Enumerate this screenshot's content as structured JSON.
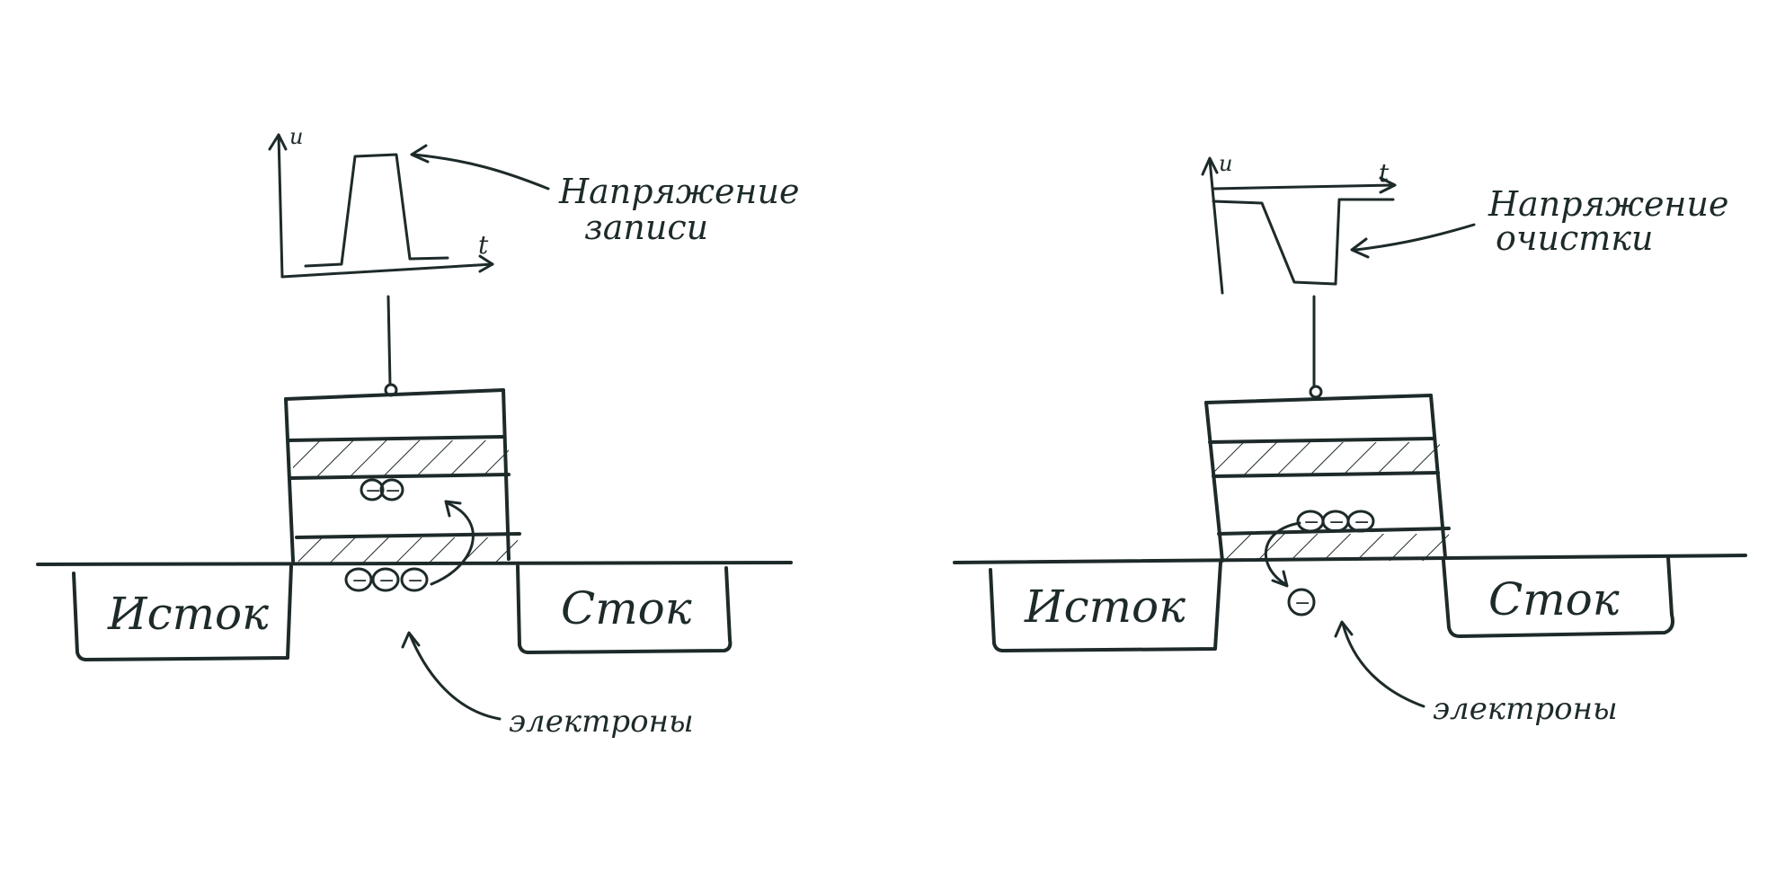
{
  "colors": {
    "ink": "#1e2a2a",
    "background": "#ffffff"
  },
  "left_panel": {
    "axis_u": "u",
    "axis_t": "t",
    "voltage_label_line1": "Напряжение",
    "voltage_label_line2": "записи",
    "source_label": "Исток",
    "drain_label": "Сток",
    "electrons_label": "электроны",
    "electron_symbol": "−"
  },
  "right_panel": {
    "axis_u": "u",
    "axis_t": "t",
    "voltage_label_line1": "Напряжение",
    "voltage_label_line2": "очистки",
    "source_label": "Исток",
    "drain_label": "Сток",
    "electrons_label": "электроны",
    "electron_symbol": "−"
  }
}
